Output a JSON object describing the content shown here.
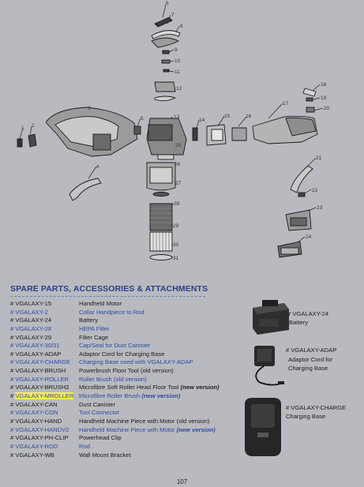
{
  "diagram": {
    "callouts": [
      "1",
      "2",
      "3",
      "4",
      "5",
      "6",
      "7",
      "8",
      "9",
      "10",
      "11",
      "12",
      "13",
      "14",
      "15",
      "16",
      "17",
      "18",
      "19",
      "20",
      "21",
      "22",
      "23",
      "24",
      "25",
      "26",
      "27",
      "28",
      "29",
      "30",
      "31"
    ]
  },
  "heading": "SPARE PARTS, ACCESSORIES & ATTACHMENTS",
  "parts": [
    {
      "code": "# VGALAXY-15",
      "desc": "Handheld Motor",
      "tone": "dark"
    },
    {
      "code": "# VGALAXY-2",
      "desc": "Collar Handpiece to Rod",
      "tone": "blue"
    },
    {
      "code": "# VGALAXY-24",
      "desc": "Battery",
      "tone": "dark"
    },
    {
      "code": "# VGALAXY-28",
      "desc": "HEPA Filter",
      "tone": "blue"
    },
    {
      "code": "# VGALAXY-29",
      "desc": "Filter Cage",
      "tone": "dark"
    },
    {
      "code": "# VGALAXY-30/31",
      "desc": "Cap/Seal for Dust Canister",
      "tone": "blue"
    },
    {
      "code": "# VGALAXY-ADAP",
      "desc": "Adaptor Cord for Charging Base",
      "tone": "dark"
    },
    {
      "code": "# VGALAXY-CHARGE",
      "desc": "Charging Base used with VGALAXY-ADAP",
      "tone": "blue"
    },
    {
      "code": "# VGALAXY-BRUSH",
      "desc": "Powerbrush Floor Tool (old version)",
      "tone": "dark"
    },
    {
      "code": "# VGALAXY-ROLLER",
      "desc": "Roller Brush (old version)",
      "tone": "blue"
    },
    {
      "code": "# VGALAXY-BRUSH2",
      "desc": "Microfibre Soft Roller Head Floor Tool",
      "note": "(new version)",
      "tone": "dark"
    },
    {
      "code_prefix": "# ",
      "code": "VGALAXY-MROLLER",
      "desc": "Microfibre Roller Brush",
      "note": "(new version)",
      "tone": "blue",
      "highlight": true
    },
    {
      "code": "# VGALAXY-CAN",
      "desc": "Dust Canister",
      "tone": "dark"
    },
    {
      "code": "# VGALAXY-CON",
      "desc": "Tool Connector",
      "tone": "blue"
    },
    {
      "code": "# VGALAXY-HAND",
      "desc": "Handheld Machine Piece with Motor (old version)",
      "tone": "dark"
    },
    {
      "code": "# VGALAXY-HANDV2",
      "desc": "Handheld Machine Piece with Motor",
      "note": "(new version)",
      "tone": "blue"
    },
    {
      "code": "# VGALAXY-PH-CLIP",
      "desc": "Powerhead Clip",
      "tone": "dark"
    },
    {
      "code": "# VGALAXY-ROD",
      "desc": "Rod",
      "tone": "blue"
    },
    {
      "code": "# VGALAXY-WB",
      "desc": "Wall Mount Bracket",
      "tone": "dark"
    }
  ],
  "accessories": {
    "battery": {
      "code": "# VGALAXY-24",
      "desc": "Battery"
    },
    "adaptor": {
      "code": "# VGALAXY-ADAP",
      "desc1": "Adaptor Cord for",
      "desc2": "Charging Base"
    },
    "charger": {
      "code": "# VGALAXY-CHARGE",
      "desc": "Charging Base"
    }
  },
  "page_number": "107",
  "colors": {
    "background": "#b8babf",
    "heading": "#2c3f86",
    "link": "#2f4aa0",
    "highlight": "#f7ef52"
  }
}
